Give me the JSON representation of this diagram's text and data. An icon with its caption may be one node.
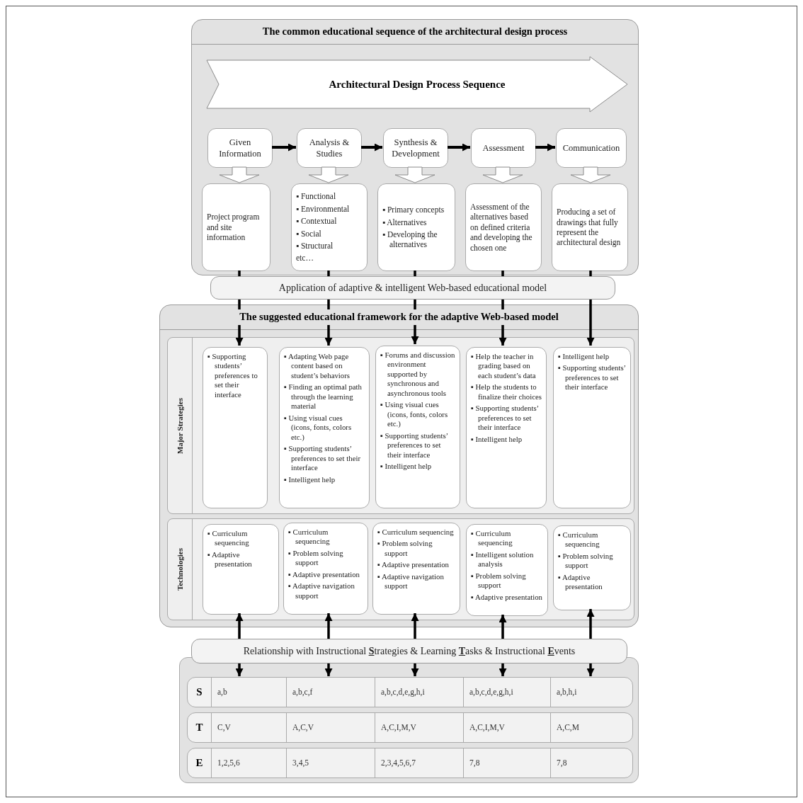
{
  "diagram": {
    "nodes": [
      {
        "text": [
          "The common educational sequence of the architectural design process"
        ]
      },
      {
        "text": [
          "Architectural Design Process Sequence"
        ],
        "in": 0
      },
      {
        "text": [
          "Given Information"
        ],
        "in": 0
      },
      {
        "text": [
          "Analysis & Studies"
        ],
        "in": 0
      },
      {
        "text": [
          "Synthesis & Development"
        ],
        "in": 0
      },
      {
        "text": [
          "Assessment"
        ],
        "in": 0
      },
      {
        "text": [
          "Communication"
        ],
        "in": 0
      },
      {
        "text": [
          "Project program and site information"
        ],
        "in": 0
      },
      {
        "text": [
          "▪ Functional",
          "▪ Environmental",
          "▪ Contextual",
          "▪ Social",
          "▪ Structural",
          "etc…"
        ],
        "in": 0
      },
      {
        "text": [
          "▪ Primary concepts",
          "▪ Alternatives",
          "▪ Developing the alternatives"
        ],
        "in": 0
      },
      {
        "text": [
          "Assessment of the alternatives based on defined criteria and developing the chosen one"
        ],
        "in": 0
      },
      {
        "text": [
          "Producing a set of drawings that fully represent the architectural design"
        ],
        "in": 0
      },
      {
        "text": [
          "Application of adaptive & intelligent Web-based educational model"
        ]
      },
      {
        "text": [
          "The suggested educational framework for the adaptive Web-based model"
        ]
      },
      {
        "text": [
          "Major Strategies"
        ],
        "in": 13
      },
      {
        "text": [
          "▪ Supporting students’ preferences to set their interface"
        ],
        "in": 14
      },
      {
        "text": [
          "▪ Adapting Web page content based on student’s behaviors",
          "▪ Finding an optimal path through the learning material",
          "▪ Using visual cues (icons, fonts, colors etc.)",
          "▪ Supporting students’ preferences to set their interface",
          "▪ Intelligent help"
        ],
        "in": 14
      },
      {
        "text": [
          "▪ Forums and discussion environment supported by synchronous and asynchronous tools",
          "▪ Using visual cues (icons, fonts, colors etc.)",
          "▪ Supporting students’ preferences to set their interface",
          "▪ Intelligent help"
        ],
        "in": 14
      },
      {
        "text": [
          "▪ Help the teacher in grading based on each student’s data",
          "▪ Help the students to finalize their choices",
          "▪ Supporting students’ preferences to set their interface",
          "▪ Intelligent help"
        ],
        "in": 14
      },
      {
        "text": [
          "▪ Intelligent help",
          "▪ Supporting students’ preferences to set their interface"
        ],
        "in": 14
      },
      {
        "text": [
          "Technologies"
        ],
        "in": 13
      },
      {
        "text": [
          "▪ Curriculum sequencing",
          "▪ Adaptive presentation"
        ],
        "in": 20
      },
      {
        "text": [
          "▪ Curriculum sequencing",
          "▪ Problem solving support",
          "▪ Adaptive presentation",
          "▪ Adaptive navigation support"
        ],
        "in": 20
      },
      {
        "text": [
          "▪ Curriculum sequencing",
          "▪ Problem solving support",
          "▪ Adaptive presentation",
          "▪ Adaptive navigation support"
        ],
        "in": 20
      },
      {
        "text": [
          "▪ Curriculum sequencing",
          "▪ Intelligent solution analysis",
          "▪ Problem solving support",
          "▪ Adaptive presentation"
        ],
        "in": 20
      },
      {
        "text": [
          "▪ Curriculum sequencing",
          "▪ Problem solving support",
          "▪ Adaptive presentation"
        ],
        "in": 20
      },
      {
        "text": [
          "Relationship with Instructional **S**trategies & Learning **T**asks & Instructional **E**vents"
        ]
      },
      {
        "text": [],
        "shape": "box"
      },
      {
        "text": [
          "S",
          "a,b",
          "a,b,c,f",
          "a,b,c,d,e,g,h,i",
          "a,b,c,d,e,g,h,i",
          "a,b,h,i"
        ],
        "in": 27
      },
      {
        "text": [
          "T",
          "C,V",
          "A,C,V",
          "A,C,I,M,V",
          "A,C,I,M,V",
          "A,C,M"
        ],
        "in": 27
      },
      {
        "text": [
          "E",
          "1,2,5,6",
          "3,4,5",
          "2,3,4,5,6,7",
          "7,8",
          "7,8"
        ],
        "in": 27
      }
    ],
    "edges": [
      {
        "from": 2,
        "to": 3,
        "arrow": "to"
      },
      {
        "from": 3,
        "to": 4,
        "arrow": "to"
      },
      {
        "from": 4,
        "to": 5,
        "arrow": "to"
      },
      {
        "from": 5,
        "to": 6,
        "arrow": "to"
      },
      {
        "from": 2,
        "to": 7,
        "arrow": "to",
        "style": "thick"
      },
      {
        "from": 3,
        "to": 8,
        "arrow": "to",
        "style": "thick"
      },
      {
        "from": 4,
        "to": 9,
        "arrow": "to",
        "style": "thick"
      },
      {
        "from": 5,
        "to": 10,
        "arrow": "to",
        "style": "thick"
      },
      {
        "from": 6,
        "to": 11,
        "arrow": "to",
        "style": "thick"
      },
      {
        "from": 7,
        "to": 12,
        "arrow": "none"
      },
      {
        "from": 8,
        "to": 12,
        "arrow": "none"
      },
      {
        "from": 9,
        "to": 12,
        "arrow": "none"
      },
      {
        "from": 10,
        "to": 12,
        "arrow": "none"
      },
      {
        "from": 11,
        "to": 12,
        "arrow": "none"
      },
      {
        "from": 12,
        "to": 15,
        "arrow": "to"
      },
      {
        "from": 12,
        "to": 16,
        "arrow": "to"
      },
      {
        "from": 12,
        "to": 17,
        "arrow": "to"
      },
      {
        "from": 12,
        "to": 18,
        "arrow": "to"
      },
      {
        "from": 12,
        "to": 19,
        "arrow": "to"
      },
      {
        "from": 26,
        "to": 21,
        "arrow": "to"
      },
      {
        "from": 26,
        "to": 22,
        "arrow": "to"
      },
      {
        "from": 26,
        "to": 23,
        "arrow": "to"
      },
      {
        "from": 26,
        "to": 24,
        "arrow": "to"
      },
      {
        "from": 26,
        "to": 25,
        "arrow": "to"
      },
      {
        "from": 26,
        "to": 28,
        "arrow": "to"
      },
      {
        "from": 26,
        "to": 28,
        "arrow": "to"
      },
      {
        "from": 26,
        "to": 28,
        "arrow": "to"
      },
      {
        "from": 26,
        "to": 28,
        "arrow": "to"
      },
      {
        "from": 26,
        "to": 28,
        "arrow": "to"
      }
    ]
  }
}
